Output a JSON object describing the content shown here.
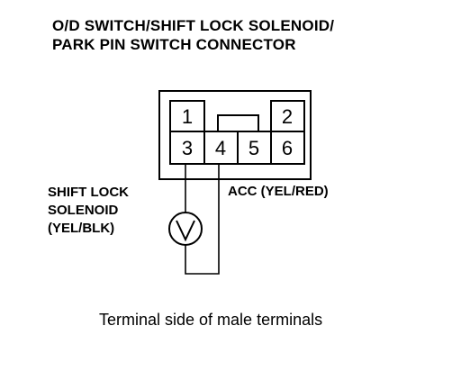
{
  "title": {
    "line1": "O/D SWITCH/SHIFT LOCK SOLENOID/",
    "line2": "PARK PIN SWITCH CONNECTOR"
  },
  "connector": {
    "pins": [
      "1",
      "2",
      "3",
      "4",
      "5",
      "6"
    ]
  },
  "labels": {
    "solenoid_line1": "SHIFT LOCK",
    "solenoid_line2": "SOLENOID",
    "solenoid_line3": "(YEL/BLK)",
    "acc": "ACC (YEL/RED)"
  },
  "symbols": {
    "voltmeter": "voltmeter-icon"
  },
  "caption": "Terminal side of male terminals"
}
